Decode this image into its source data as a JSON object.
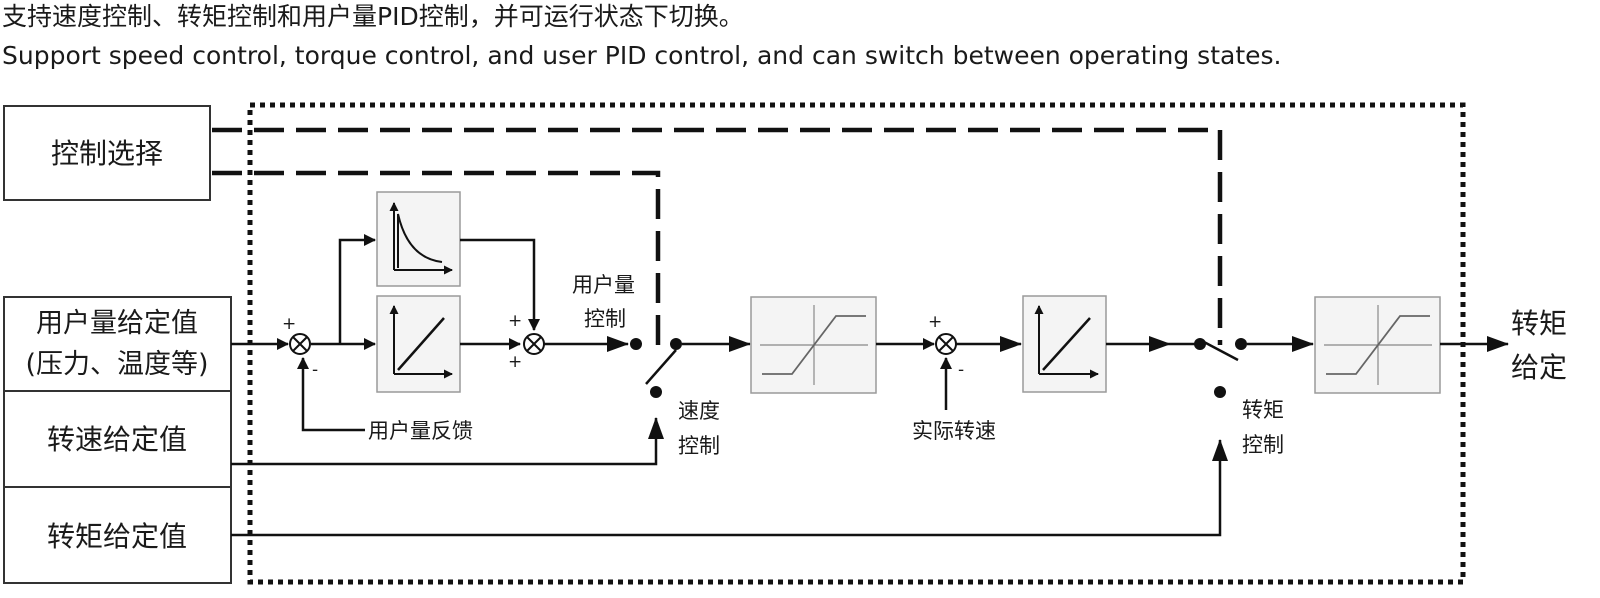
{
  "header": {
    "title_cn": "支持速度控制、转矩控制和用户量PID控制，并可运行状态下切换。",
    "title_en": "Support speed control, torque control, and user PID control, and can switch between operating states."
  },
  "inputs": {
    "control_select": "控制选择",
    "user_setpoint_line1": "用户量给定值",
    "user_setpoint_line2": "(压力、温度等)",
    "speed_setpoint": "转速给定值",
    "torque_setpoint": "转矩给定值"
  },
  "labels": {
    "user_feedback": "用户量反馈",
    "user_control_1": "用户量",
    "user_control_2": "控制",
    "speed_control_1": "速度",
    "speed_control_2": "控制",
    "actual_speed": "实际转速",
    "torque_control_1": "转矩",
    "torque_control_2": "控制",
    "output_1": "转矩",
    "output_2": "给定"
  },
  "signs": {
    "plus": "+",
    "minus": "-"
  },
  "colors": {
    "line": "#111111",
    "block_border": "#9a9a9a",
    "block_fill": "#f4f4f4"
  },
  "icons": [
    "summing-junction-icon",
    "derivative-response-icon",
    "ramp-response-icon",
    "limiter-icon",
    "switch-icon"
  ]
}
